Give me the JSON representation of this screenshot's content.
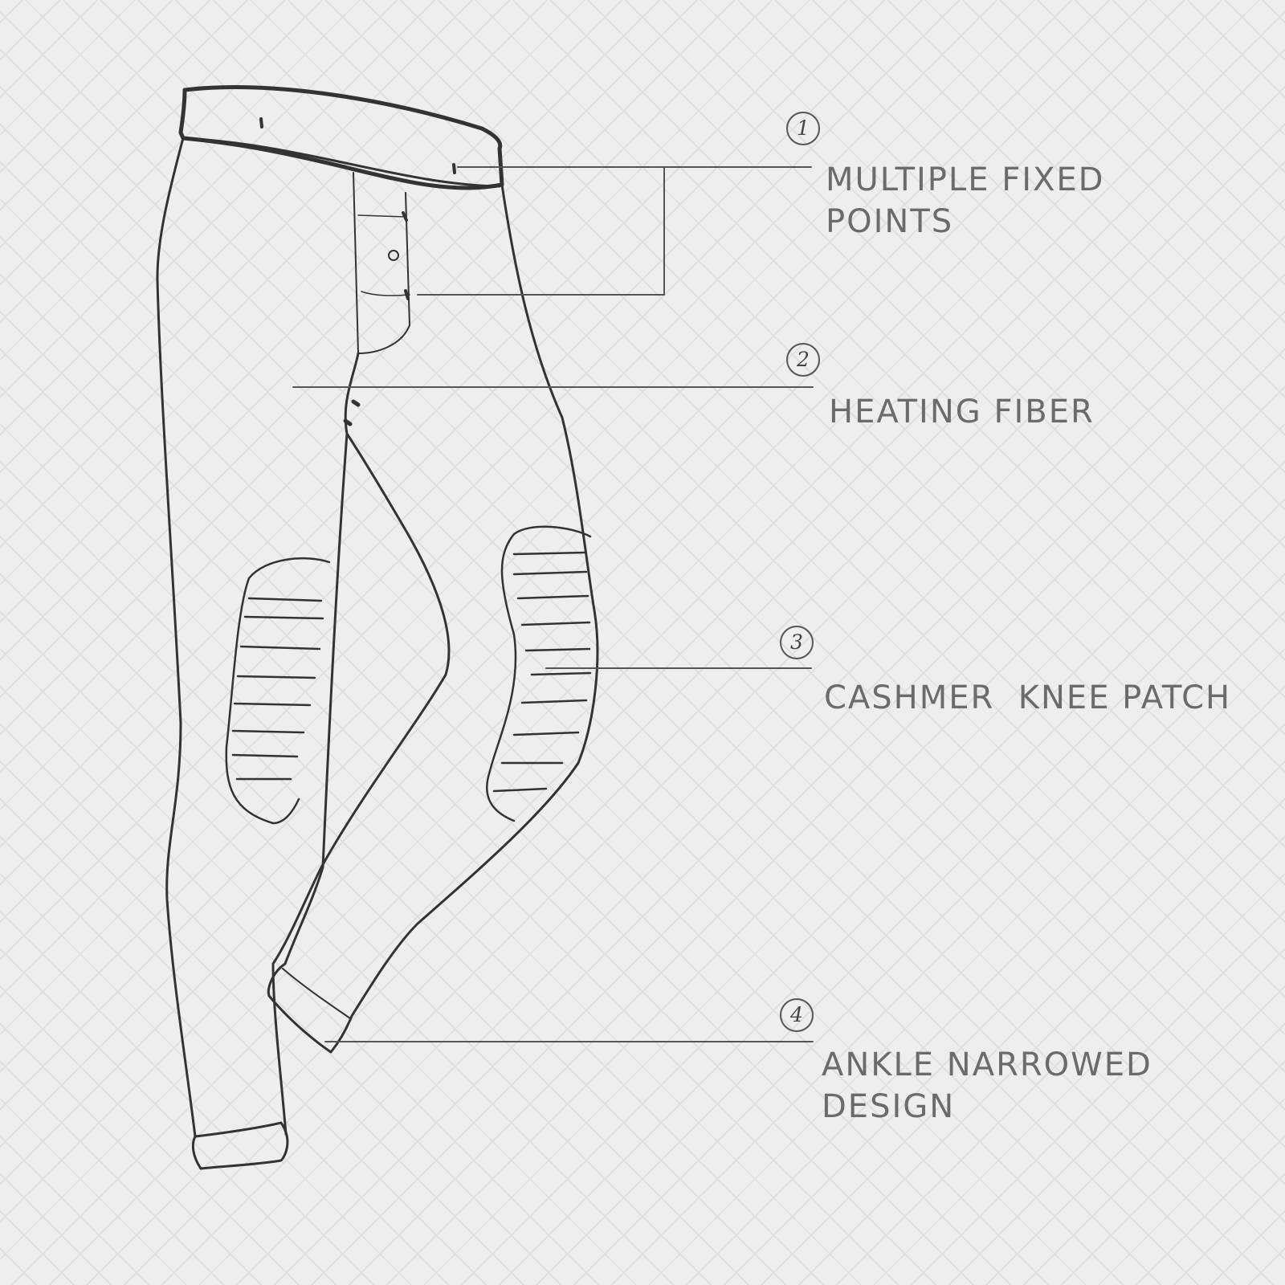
{
  "colors": {
    "background": "#eeeeee",
    "grid": "#e0e0e0",
    "line": "#333333",
    "text": "#6b6b6b"
  },
  "callouts": [
    {
      "number": "1",
      "label_lines": [
        "MULTIPLE FIXED",
        "POINTS"
      ]
    },
    {
      "number": "2",
      "label_lines": [
        "HEATING FIBER"
      ]
    },
    {
      "number": "3",
      "label_lines": [
        "CASHMER  KNEE PATCH"
      ]
    },
    {
      "number": "4",
      "label_lines": [
        "ANKLE NARROWED",
        "DESIGN"
      ]
    }
  ]
}
